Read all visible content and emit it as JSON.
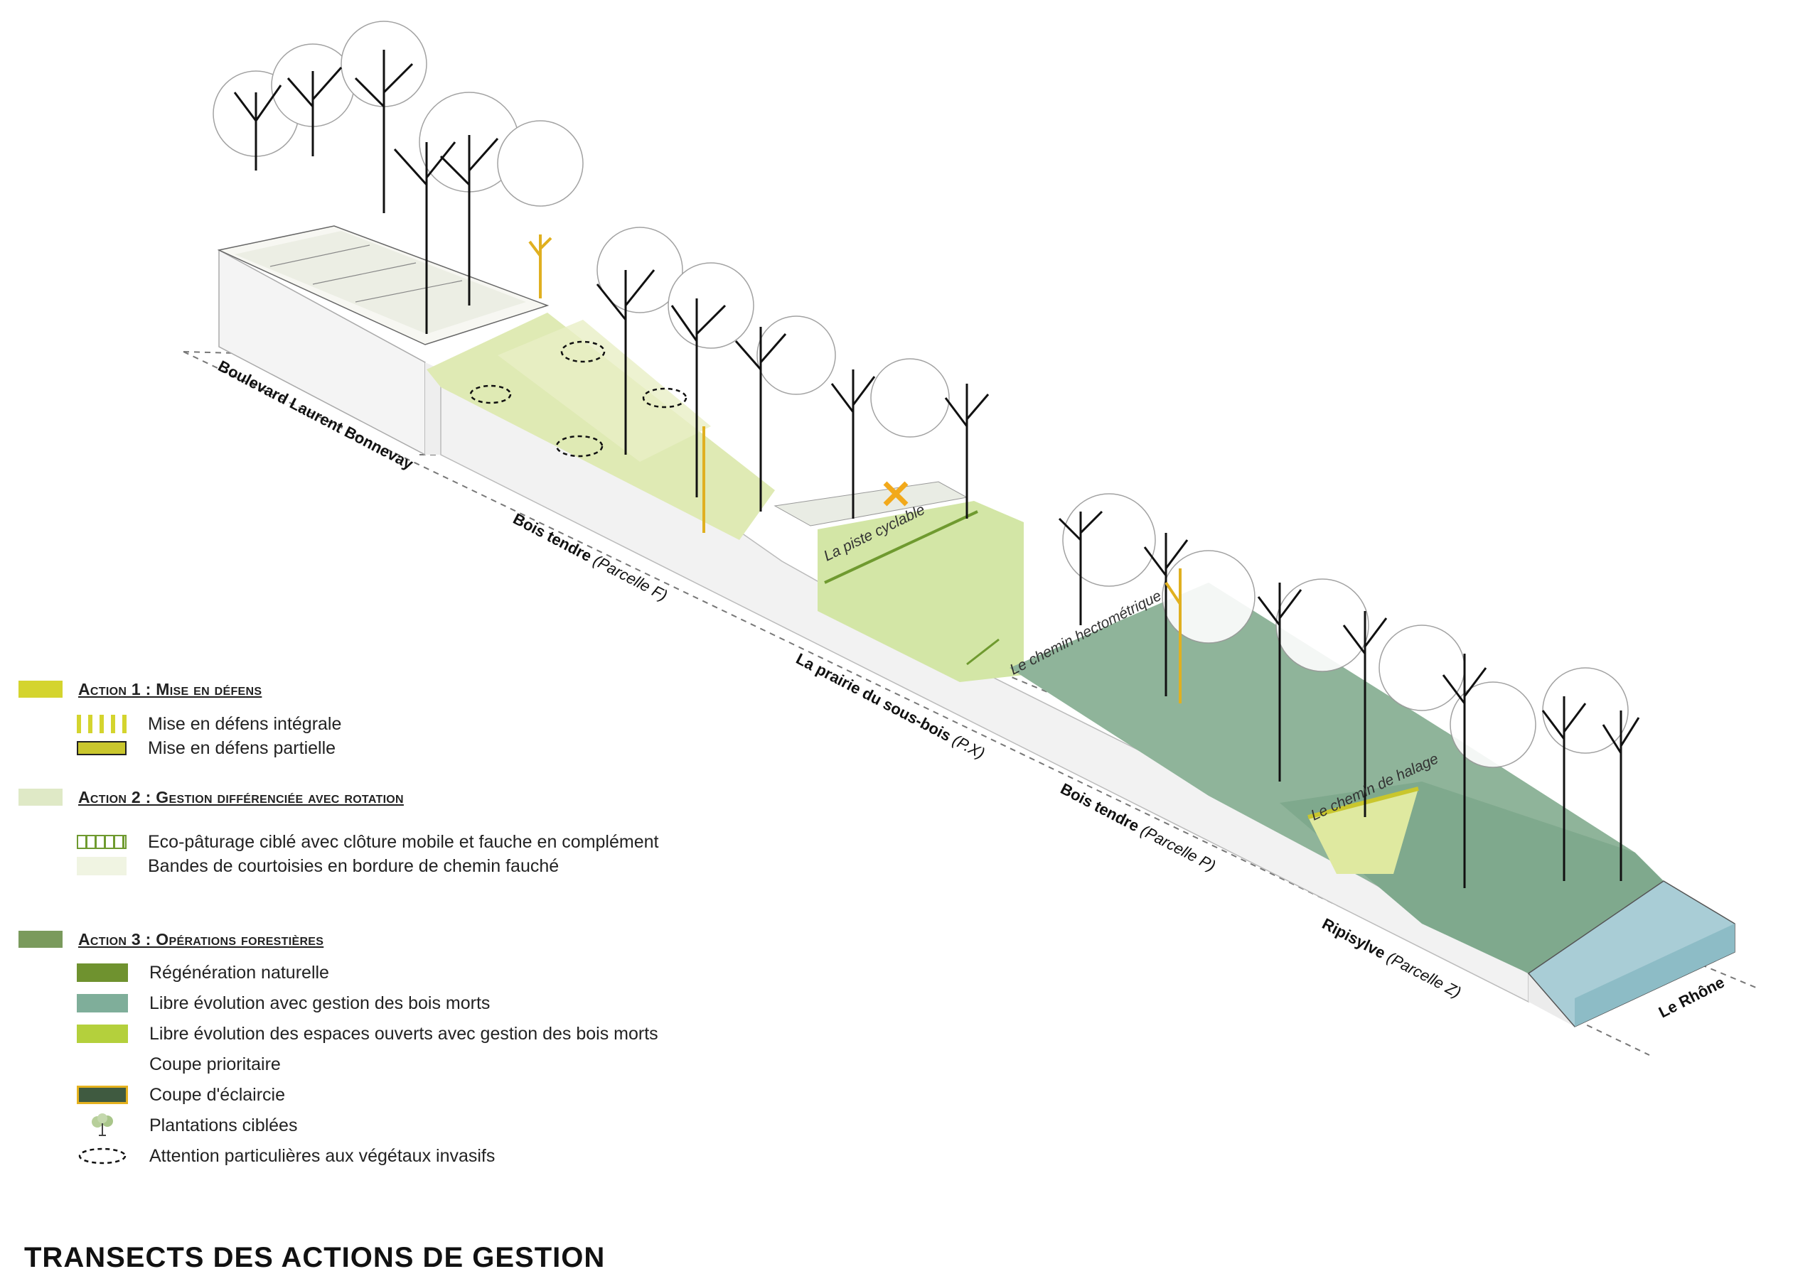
{
  "segments": {
    "boulevard": "Boulevard Laurent Bonnevay",
    "bois_tendre_f": {
      "name": "Bois tendre",
      "sub": "(Parcelle F)"
    },
    "prairie": {
      "name": "La prairie du sous-bois",
      "sub": "(P.X)"
    },
    "bois_tendre_p": {
      "name": "Bois tendre",
      "sub": "(Parcelle P)"
    },
    "ripisylve": {
      "name": "Ripisylve",
      "sub": "(Parcelle Z)"
    },
    "rhone": "Le Rhône"
  },
  "paths": {
    "piste": "La piste cyclable",
    "hectometrique": "Le chemin hectométrique",
    "halage": "Le chemin de halage"
  },
  "legend": {
    "action1": {
      "title": "Action 1 : Mise en défens",
      "color": "#d4d42e",
      "items": [
        {
          "label": "Mise en défens intégrale"
        },
        {
          "label": "Mise en défens partielle"
        }
      ]
    },
    "action2": {
      "title": "Action 2 : Gestion différenciée avec rotation",
      "color": "#dfe9c6",
      "items": [
        {
          "label": "Eco-pâturage ciblé avec clôture mobile et fauche en complément"
        },
        {
          "label": "Bandes de courtoisies en bordure de chemin fauché"
        }
      ]
    },
    "action3": {
      "title": "Action 3 : Opérations forestières",
      "color": "#7a9a5c",
      "items": [
        {
          "label": "Régénération naturelle",
          "color": "#6f922f"
        },
        {
          "label": "Libre évolution avec gestion des bois morts",
          "color": "#7fae9a"
        },
        {
          "label": "Libre évolution des espaces ouverts avec gestion des bois morts",
          "color": "#b4d03c"
        },
        {
          "label": "Coupe prioritaire"
        },
        {
          "label": "Coupe d'éclaircie",
          "color": "#3f5a40"
        },
        {
          "label": "Plantations ciblées"
        },
        {
          "label": "Attention particulières aux végétaux invasifs"
        }
      ]
    }
  },
  "title": "TRANSECTS DES ACTIONS DE GESTION"
}
